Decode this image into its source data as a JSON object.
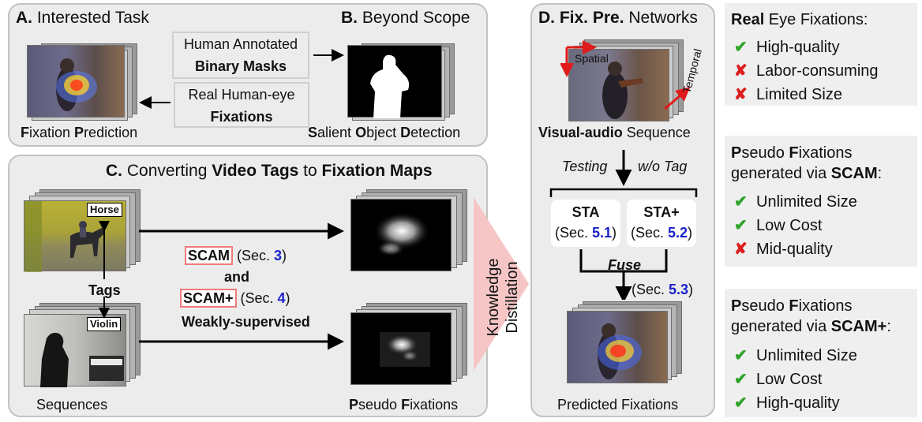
{
  "panel_a": {
    "letter": "A.",
    "title": "Interested Task",
    "caption_1_cap": "F",
    "caption_1_rest": "ixation ",
    "caption_2_cap": "P",
    "caption_2_rest": "rediction"
  },
  "panel_b": {
    "letter": "B.",
    "title": "Beyond Scope",
    "box1_line1": "Human Annotated",
    "box1_line2": "Binary Masks",
    "box2_line1": "Real Human-eye",
    "box2_line2": "Fixations",
    "caption_1_cap": "S",
    "caption_1_rest": "alient ",
    "caption_2_cap": "O",
    "caption_2_rest": "bject ",
    "caption_3_cap": "D",
    "caption_3_rest": "etection"
  },
  "panel_c": {
    "letter": "C.",
    "title_pre": "Converting ",
    "title_b1": "Video Tags",
    "title_mid": " to ",
    "title_b2": "Fixation Maps",
    "tag_horse": "Horse",
    "tag_violin": "Violin",
    "tags_label": "Tags",
    "sequences_label": "Sequences",
    "scam": "SCAM",
    "scam_ref_pre": " (Sec. ",
    "scam_ref_num": "3",
    "scam_ref_post": ")",
    "and": "and",
    "scam_plus": "SCAM+",
    "scam_plus_ref_pre": " (Sec. ",
    "scam_plus_ref_num": "4",
    "scam_plus_ref_post": ")",
    "weakly": "Weakly-supervised",
    "pseudo_cap1": "P",
    "pseudo_rest1": "seudo ",
    "pseudo_cap2": "F",
    "pseudo_rest2": "ixations"
  },
  "distill": {
    "line1": "Knowledge",
    "line2": "Distillation"
  },
  "panel_d": {
    "letter": "D.",
    "title_b": "Fix. Pre.",
    "title_rest": " Networks",
    "spatial": "Spatial",
    "temporal": "Temporal",
    "visual_audio": "Visual-audio",
    "sequence": " Sequence",
    "testing": "Testing",
    "wo_tag": "w/o Tag",
    "sta": "STA",
    "sta_ref_pre": "(Sec. ",
    "sta_ref_num": "5.1",
    "sta_ref_post": ")",
    "sta_plus": "STA+",
    "sta_plus_ref_pre": "(Sec. ",
    "sta_plus_ref_num": "5.2",
    "sta_plus_ref_post": ")",
    "fuse": "Fuse",
    "fuse_ref_pre": "(Sec. ",
    "fuse_ref_num": "5.3",
    "fuse_ref_post": ")",
    "predicted": "Predicted Fixations"
  },
  "side": {
    "real_title_b": "Real",
    "real_title_rest": " Eye Fixations:",
    "real_items": [
      "High-quality",
      "Labor-consuming",
      "Limited Size"
    ],
    "scam_title1_cap1": "P",
    "scam_title1_rest1": "seudo ",
    "scam_title1_cap2": "F",
    "scam_title1_rest2": "ixations",
    "scam_title2_pre": "generated via ",
    "scam_title2_b": "SCAM",
    "scam_title2_post": ":",
    "scam_items": [
      "Unlimited Size",
      "Low Cost",
      "Mid-quality"
    ],
    "scamp_title1_cap1": "P",
    "scamp_title1_rest1": "seudo ",
    "scamp_title1_cap2": "F",
    "scamp_title1_rest2": "ixations",
    "scamp_title2_pre": "generated via ",
    "scamp_title2_b": "SCAM+",
    "scamp_title2_post": ":",
    "scamp_items": [
      "Unlimited Size",
      "Low Cost",
      "High-quality"
    ],
    "check_glyph": "✔",
    "cross_glyph": "✘"
  }
}
